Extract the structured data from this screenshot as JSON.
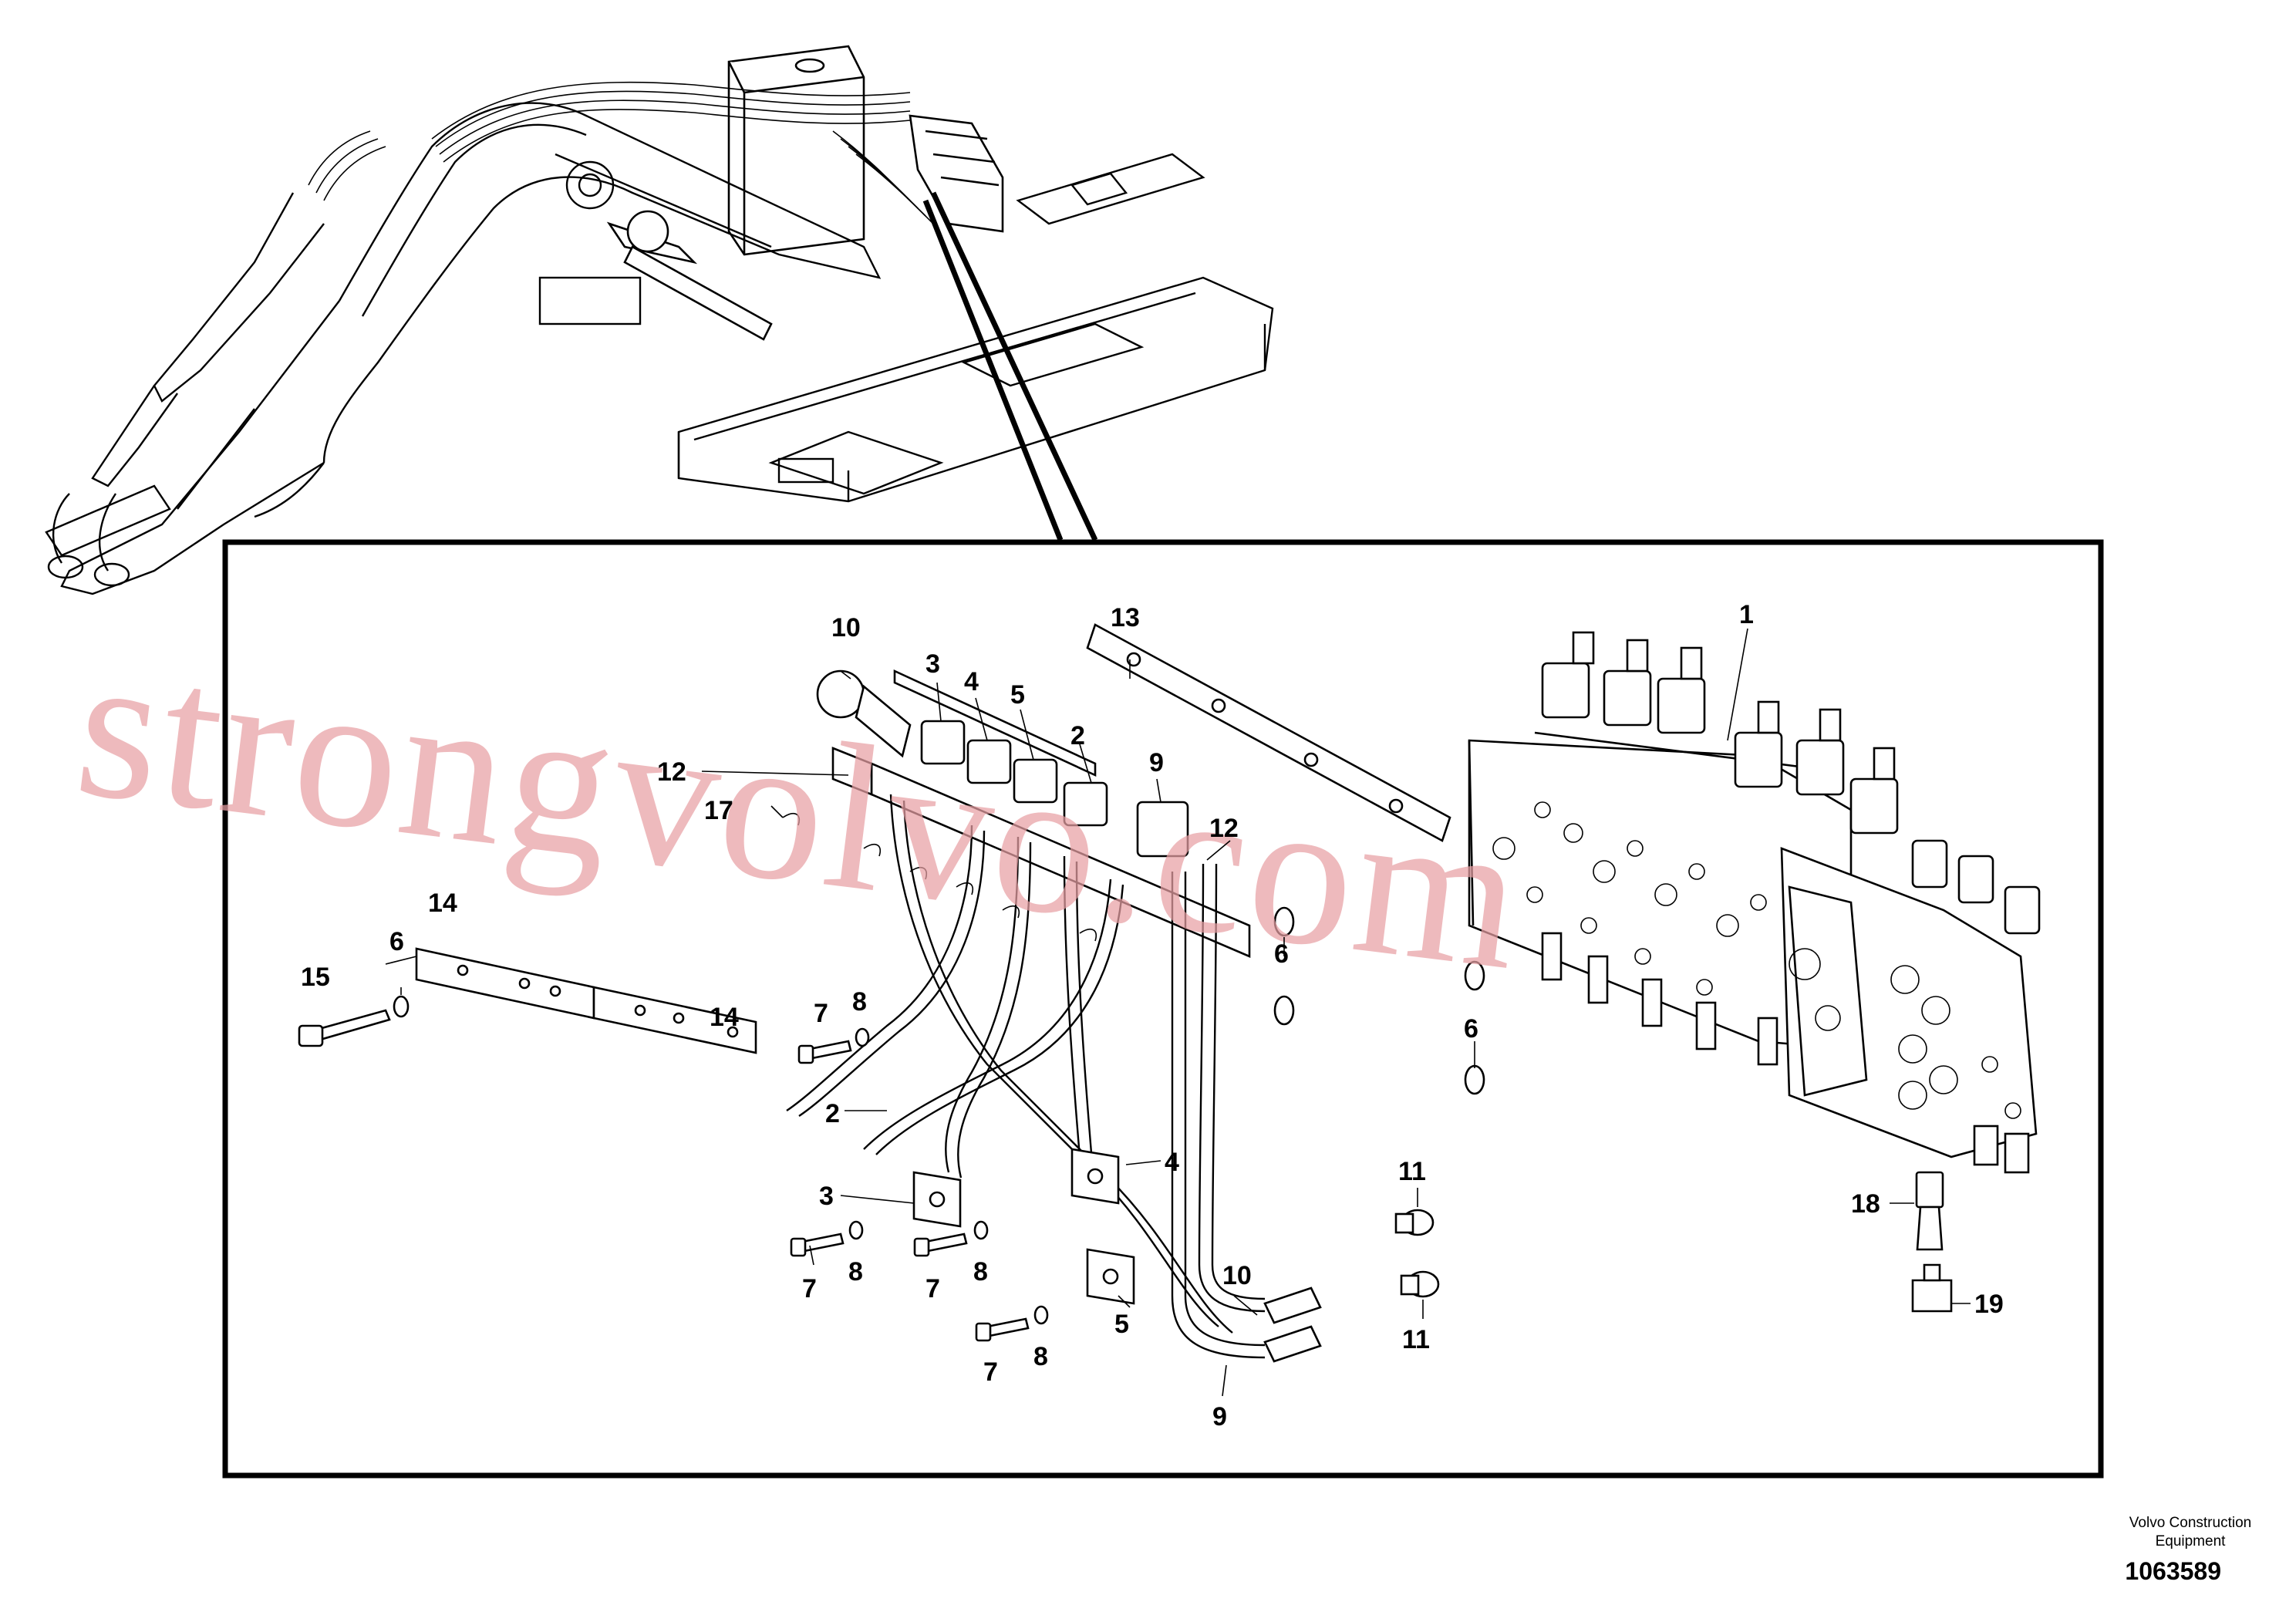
{
  "diagram": {
    "callouts": [
      {
        "id": "1",
        "label": "1"
      },
      {
        "id": "2a",
        "label": "2"
      },
      {
        "id": "2b",
        "label": "2"
      },
      {
        "id": "3a",
        "label": "3"
      },
      {
        "id": "3b",
        "label": "3"
      },
      {
        "id": "4a",
        "label": "4"
      },
      {
        "id": "4b",
        "label": "4"
      },
      {
        "id": "5a",
        "label": "5"
      },
      {
        "id": "5b",
        "label": "5"
      },
      {
        "id": "6a",
        "label": "6"
      },
      {
        "id": "6b",
        "label": "6"
      },
      {
        "id": "6c",
        "label": "6"
      },
      {
        "id": "7a",
        "label": "7"
      },
      {
        "id": "7b",
        "label": "7"
      },
      {
        "id": "7c",
        "label": "7"
      },
      {
        "id": "7d",
        "label": "7"
      },
      {
        "id": "8a",
        "label": "8"
      },
      {
        "id": "8b",
        "label": "8"
      },
      {
        "id": "8c",
        "label": "8"
      },
      {
        "id": "8d",
        "label": "8"
      },
      {
        "id": "9a",
        "label": "9"
      },
      {
        "id": "9b",
        "label": "9"
      },
      {
        "id": "10a",
        "label": "10"
      },
      {
        "id": "10b",
        "label": "10"
      },
      {
        "id": "11a",
        "label": "11"
      },
      {
        "id": "11b",
        "label": "11"
      },
      {
        "id": "12a",
        "label": "12"
      },
      {
        "id": "12b",
        "label": "12"
      },
      {
        "id": "13",
        "label": "13"
      },
      {
        "id": "14a",
        "label": "14"
      },
      {
        "id": "14b",
        "label": "14"
      },
      {
        "id": "15",
        "label": "15"
      },
      {
        "id": "17",
        "label": "17"
      },
      {
        "id": "18",
        "label": "18"
      },
      {
        "id": "19",
        "label": "19"
      }
    ],
    "credit_line1": "Volvo Construction",
    "credit_line2": "Equipment",
    "part_number": "1063589",
    "watermark": "strongvolvo.com"
  },
  "colors": {
    "line": "#000000",
    "watermark": "#e8a0a4",
    "background": "#ffffff"
  }
}
